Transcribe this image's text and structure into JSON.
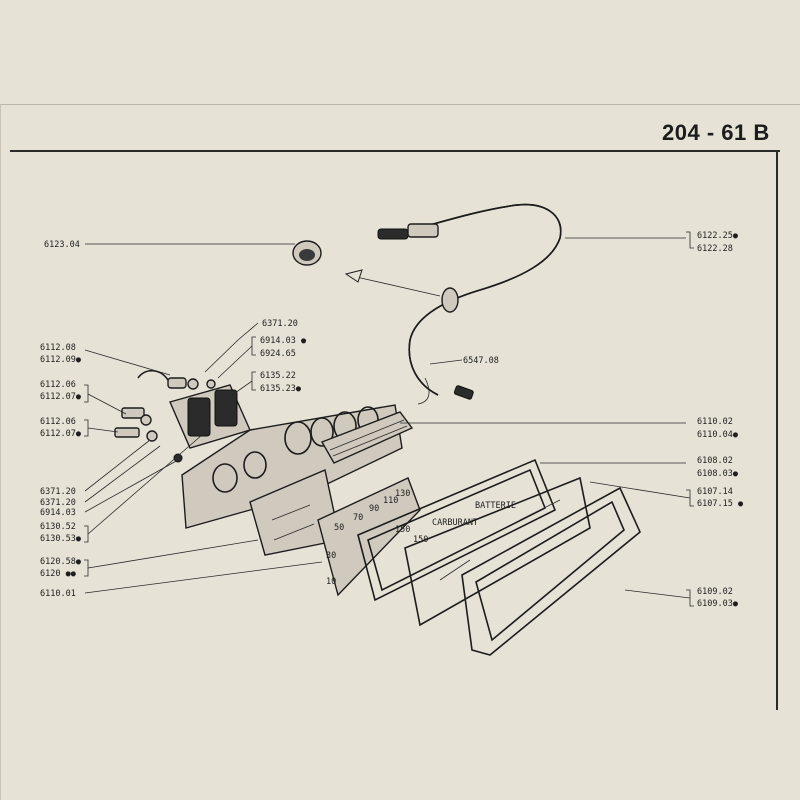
{
  "page_number": "204 - 61 B",
  "callouts": [
    {
      "id": "c1",
      "texts": [
        "6123.04"
      ]
    },
    {
      "id": "c2",
      "texts": [
        "6122.25●",
        "6122.28"
      ]
    },
    {
      "id": "c3",
      "texts": [
        "6371.20"
      ]
    },
    {
      "id": "c4",
      "texts": [
        "6914.03 ●",
        "6924.65"
      ]
    },
    {
      "id": "c5",
      "texts": [
        "6112.08",
        "6112.09●"
      ]
    },
    {
      "id": "c6",
      "texts": [
        "6547.08"
      ]
    },
    {
      "id": "c7",
      "texts": [
        "6135.22",
        "6135.23●"
      ]
    },
    {
      "id": "c8",
      "texts": [
        "6112.06",
        "6112.07●"
      ]
    },
    {
      "id": "c9",
      "texts": [
        "6112.06",
        "6112.07●"
      ]
    },
    {
      "id": "c10",
      "texts": [
        "6110.02",
        "6110.04●"
      ]
    },
    {
      "id": "c11",
      "texts": [
        "6108.02",
        "6108.03●"
      ]
    },
    {
      "id": "c12",
      "texts": [
        "6371.20"
      ]
    },
    {
      "id": "c13",
      "texts": [
        "6371.20"
      ]
    },
    {
      "id": "c14",
      "texts": [
        "6107.14",
        "6107.15 ●"
      ]
    },
    {
      "id": "c15",
      "texts": [
        "6914.03"
      ]
    },
    {
      "id": "c16",
      "texts": [
        "6130.52",
        "6130.53●"
      ]
    },
    {
      "id": "c17",
      "texts": [
        "6120.58●",
        "6120 ●●"
      ]
    },
    {
      "id": "c18",
      "texts": [
        "6110.01"
      ]
    },
    {
      "id": "c19",
      "texts": [
        "6109.02",
        "6109.03●"
      ]
    }
  ],
  "gauge_marks": [
    "50",
    "70",
    "90",
    "110",
    "130",
    "150",
    "30",
    "10",
    "150"
  ],
  "panel_labels": [
    "CARBURANT",
    "BATTERIE"
  ]
}
